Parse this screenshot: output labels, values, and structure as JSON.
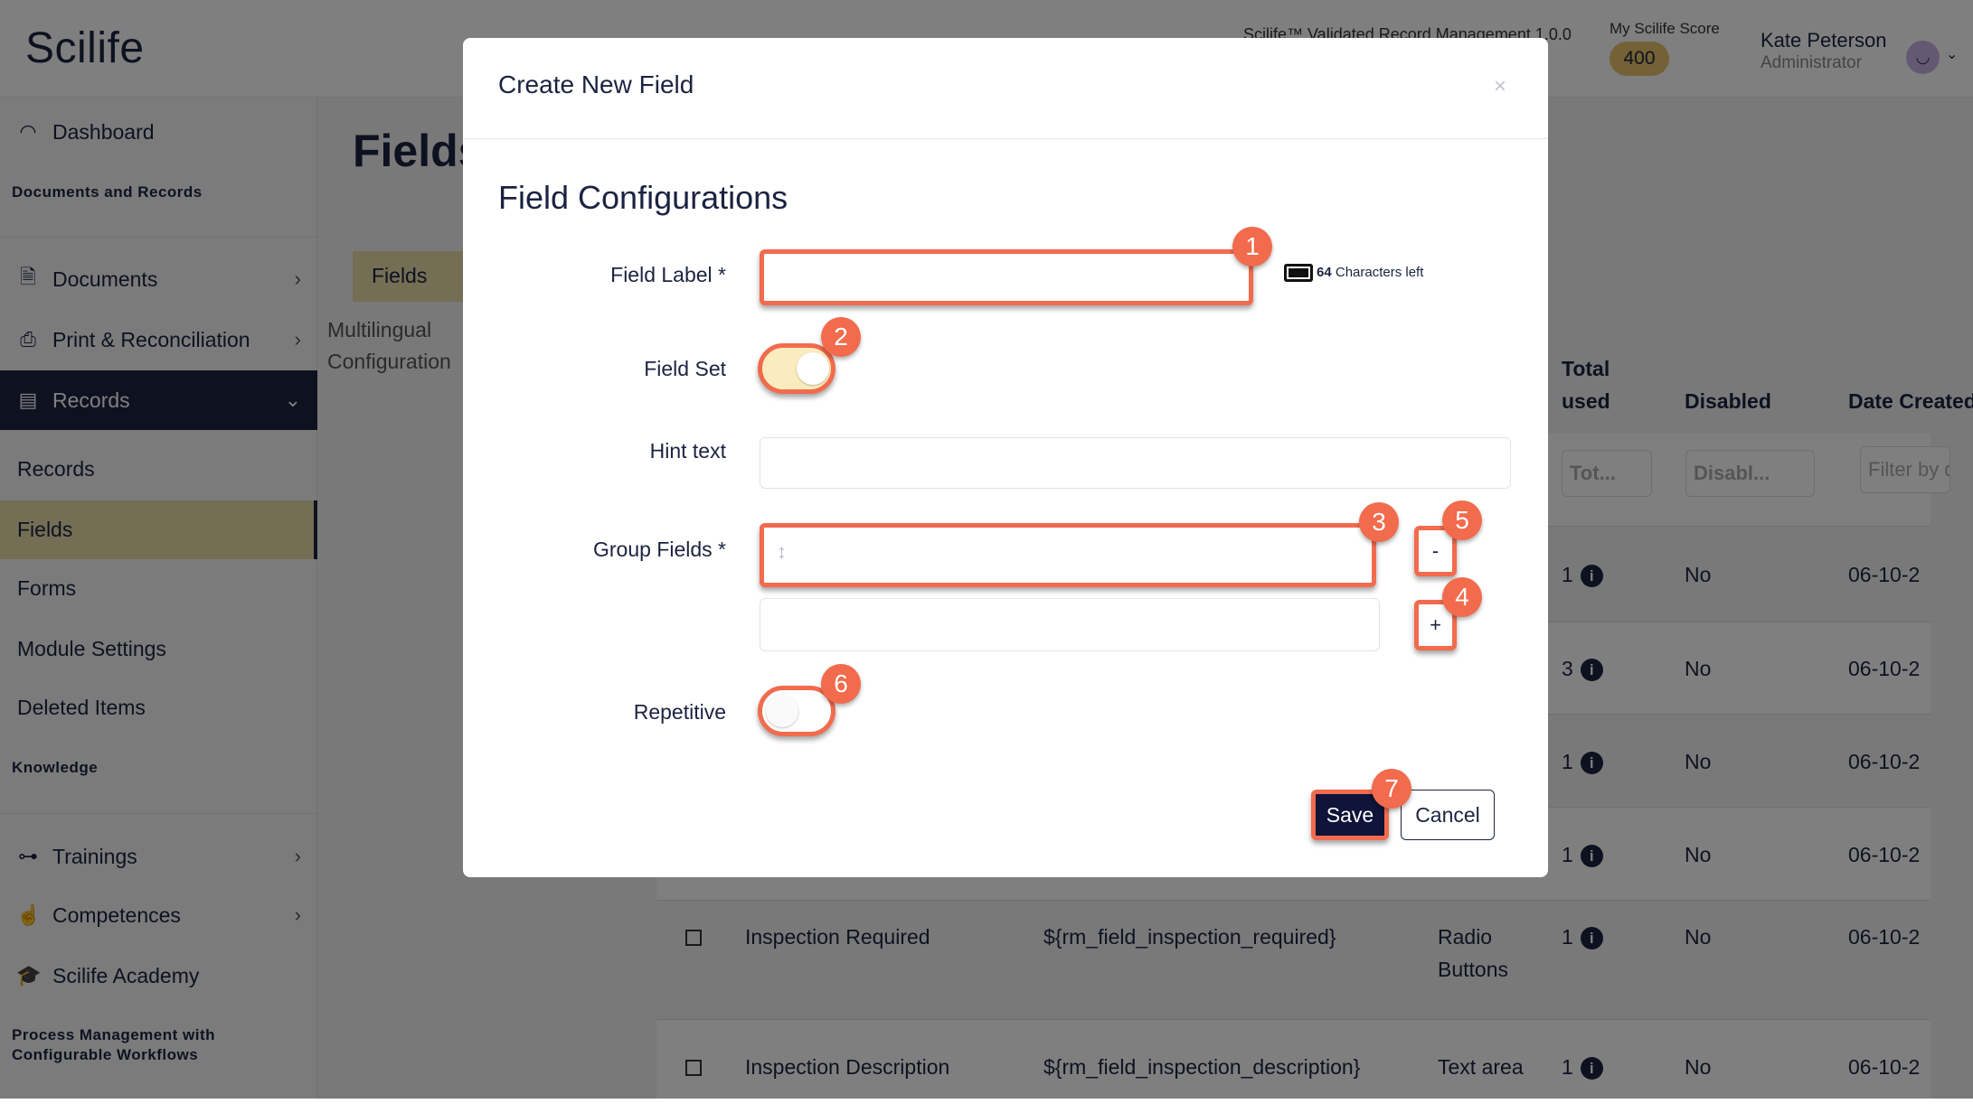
{
  "app": {
    "logo": "Scilife",
    "product": "Scilife™ Validated Record Management 1.0.0",
    "score_label": "My Scilife Score",
    "score": "400",
    "user_name": "Kate Peterson",
    "user_role": "Administrator"
  },
  "sidebar": {
    "dashboard": "Dashboard",
    "section_docs": "Documents and Records",
    "documents": "Documents",
    "print": "Print & Reconciliation",
    "records": "Records",
    "sub": [
      "Records",
      "Fields",
      "Forms",
      "Module Settings",
      "Deleted Items"
    ],
    "section_knowledge": "Knowledge",
    "trainings": "Trainings",
    "competences": "Competences",
    "academy": "Scilife Academy",
    "section_process": "Process Management with Configurable Workflows"
  },
  "page": {
    "title": "Fields",
    "tabs": [
      "Fields",
      "Multilingual Configuration"
    ]
  },
  "table": {
    "headers": {
      "total_used": "Total used",
      "disabled": "Disabled",
      "date_created": "Date Created"
    },
    "filters": {
      "total_used": "Tot...",
      "disabled": "Disabl...",
      "date_created": "Filter by date"
    },
    "rows": [
      {
        "total": "1",
        "disabled": "No",
        "date": "06-10-2"
      },
      {
        "total": "3",
        "disabled": "No",
        "date": "06-10-2"
      },
      {
        "total": "1",
        "disabled": "No",
        "date": "06-10-2"
      },
      {
        "total": "1",
        "disabled": "No",
        "date": "06-10-2"
      },
      {
        "name": "Inspection Required",
        "placeholder": "${rm_field_inspection_required}",
        "type": "Radio Buttons",
        "total": "1",
        "disabled": "No",
        "date": "06-10-2"
      },
      {
        "name": "Inspection Description",
        "placeholder": "${rm_field_inspection_description}",
        "type": "Text area",
        "total": "1",
        "disabled": "No",
        "date": "06-10-2"
      }
    ]
  },
  "modal": {
    "title": "Create New Field",
    "close": "×",
    "section": "Field Configurations",
    "field_label": "Field Label *",
    "chars_count": "64",
    "chars_text": "Characters left",
    "field_set": "Field Set",
    "field_set_on": true,
    "hint_text": "Hint text",
    "group_fields": "Group Fields *",
    "minus": "-",
    "plus": "+",
    "repetitive": "Repetitive",
    "repetitive_on": false,
    "save": "Save",
    "cancel": "Cancel"
  },
  "annotations": [
    "1",
    "2",
    "3",
    "4",
    "5",
    "6",
    "7"
  ],
  "colors": {
    "annotation": "#f26b4d",
    "navy": "#1c2340",
    "gold": "#e9dcaa",
    "score": "#e8c26a"
  }
}
